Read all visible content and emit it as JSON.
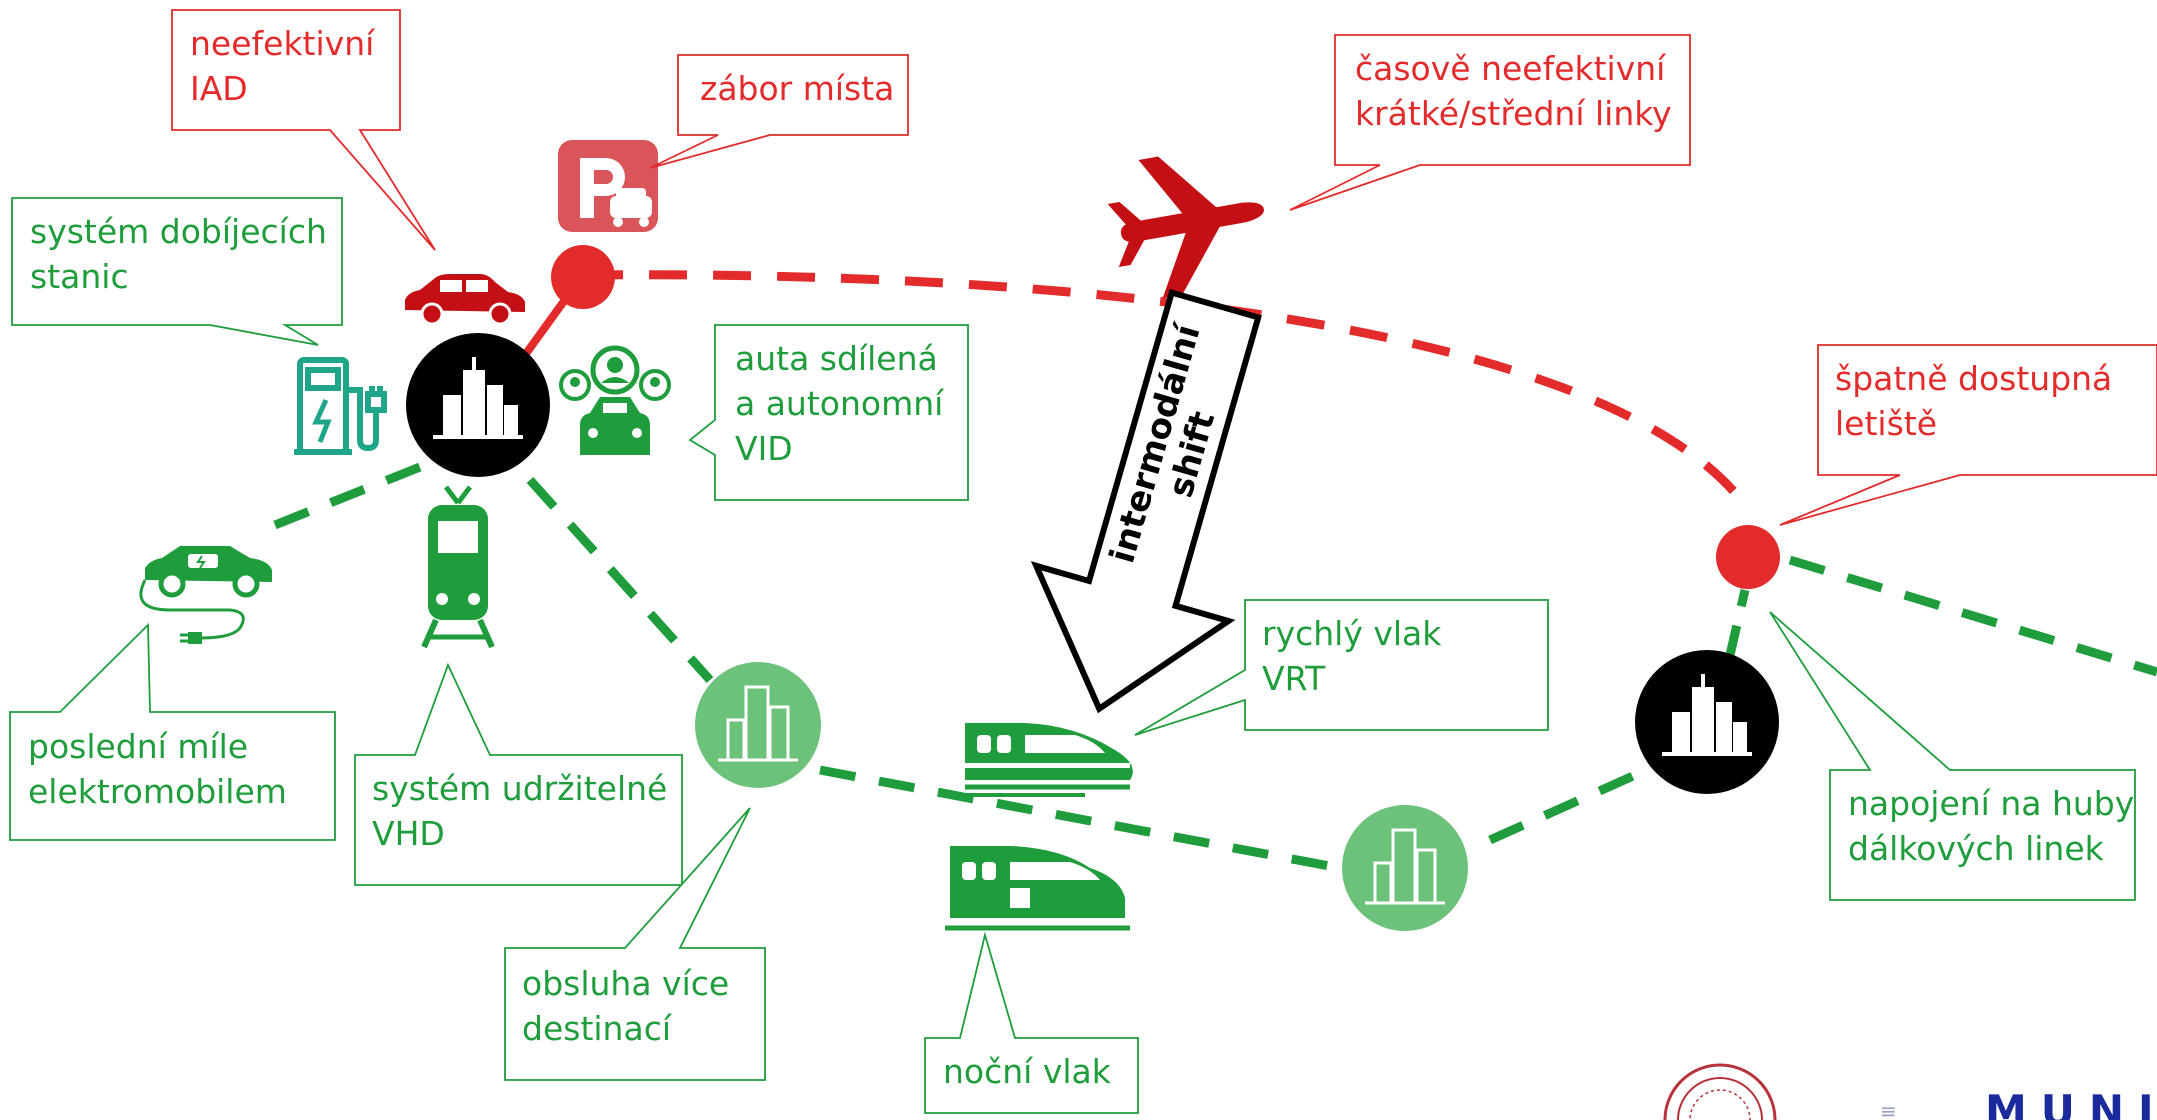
{
  "colors": {
    "red": "#e32b2b",
    "green": "#1f9d3c",
    "light_green": "#6cc27a",
    "dark_red": "#c40f14",
    "black": "#000000",
    "parking_red": "#d9555a"
  },
  "callouts": {
    "neefektivni_iad": [
      "neefektivní",
      "IAD"
    ],
    "zabor_mista": [
      "zábor místa"
    ],
    "casove_neefektivni": [
      "časově neefektivní",
      "krátké/střední linky"
    ],
    "spatne_dostupna": [
      "špatně dostupná",
      "letiště"
    ],
    "system_dobijecich": [
      "systém dobíjecích",
      "stanic"
    ],
    "auta_sdilena": [
      "auta sdílená",
      "a autonomní",
      "VID"
    ],
    "rychly_vlak": [
      "rychlý vlak",
      "VRT"
    ],
    "posledni_mile": [
      "poslední míle",
      "elektromobilem"
    ],
    "system_udrzitelne": [
      "systém udržitelné",
      "VHD"
    ],
    "obsluha": [
      "obsluha více",
      "destinací"
    ],
    "nocni_vlak": [
      "noční vlak"
    ],
    "napojeni": [
      "napojení na huby",
      "dálkových linek"
    ]
  },
  "shift_label": [
    "intermodální",
    "shift"
  ],
  "icons": [
    "parking-icon",
    "car-icon",
    "airplane-icon",
    "charging-station-icon",
    "city-hub-icon",
    "shared-car-icon",
    "electric-car-icon",
    "tram-icon",
    "high-speed-train-icon",
    "night-train-icon",
    "city-icon",
    "university-seal-icon"
  ],
  "logo_text": "MUNI"
}
